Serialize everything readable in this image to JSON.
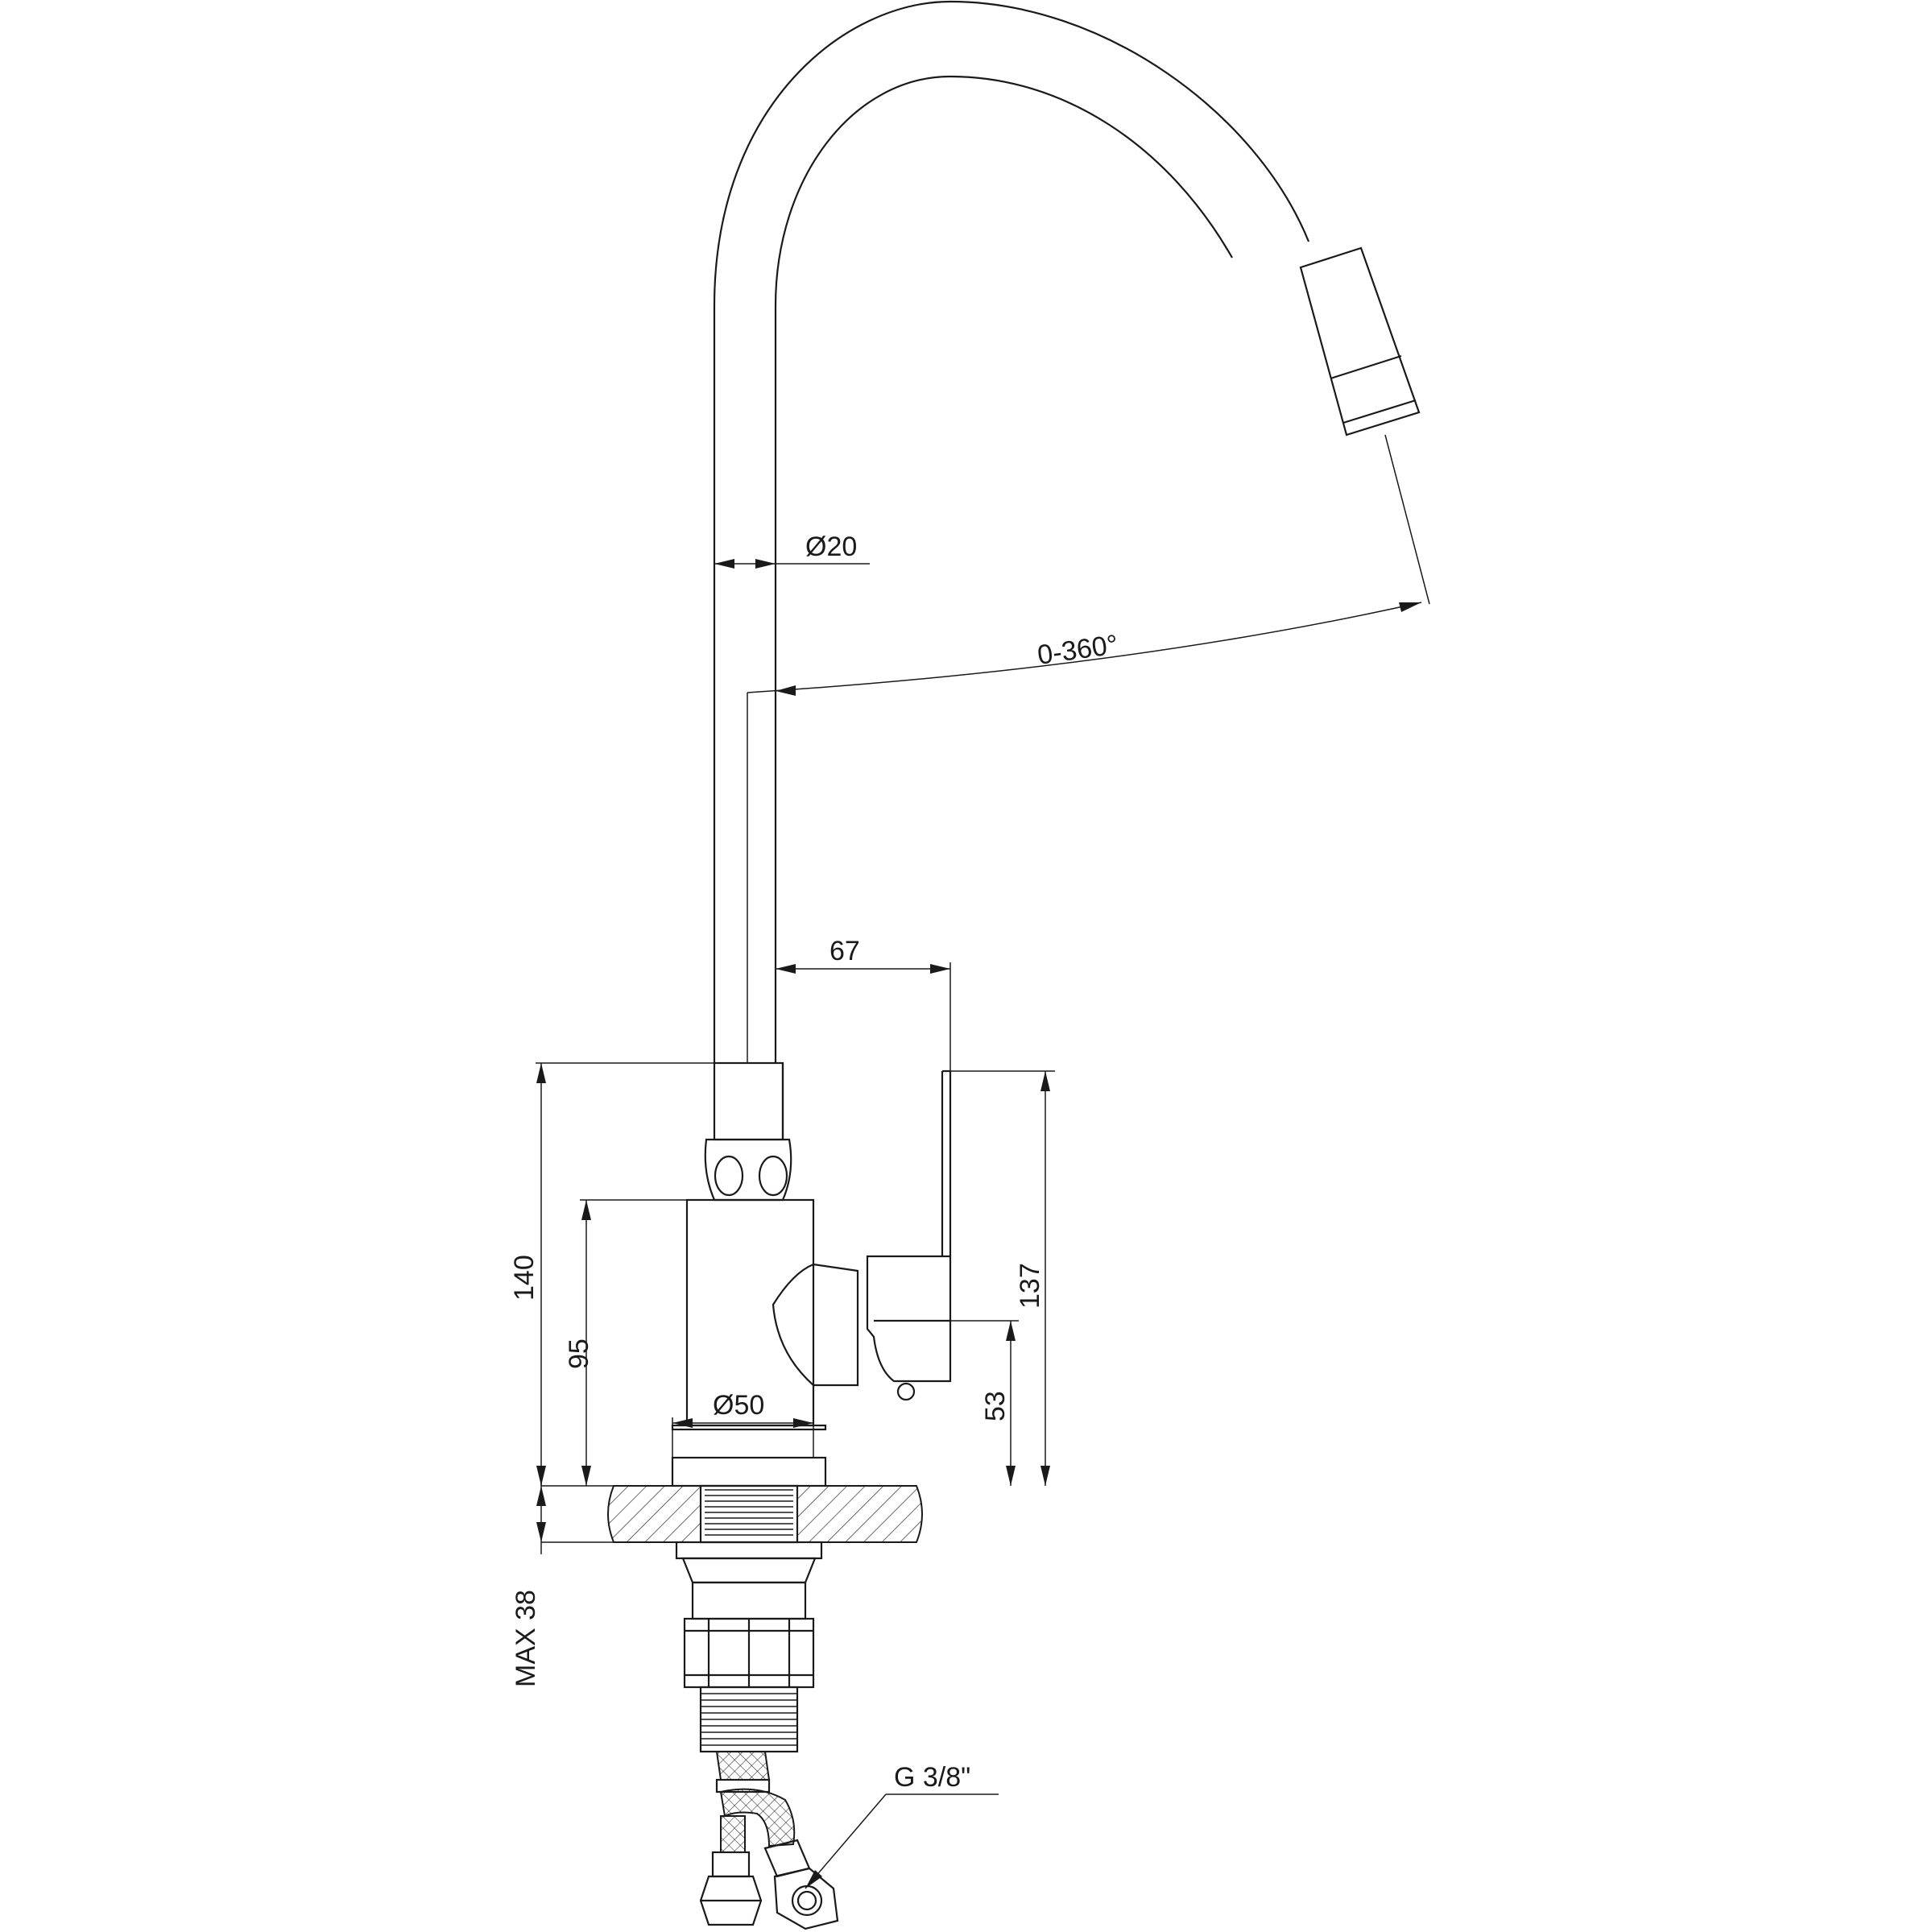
{
  "dimensions": {
    "spout_diameter": "Ø20",
    "swivel_range": "0-360°",
    "handle_reach": "67",
    "total_body_height": "140",
    "body_height": "95",
    "handle_height": "137",
    "handle_tip_height": "53",
    "base_diameter": "Ø50",
    "max_counter_thickness": "MAX 38",
    "hose_thread": "G 3/8\""
  },
  "colors": {
    "line": "#1a1a1a",
    "background": "#ffffff"
  }
}
